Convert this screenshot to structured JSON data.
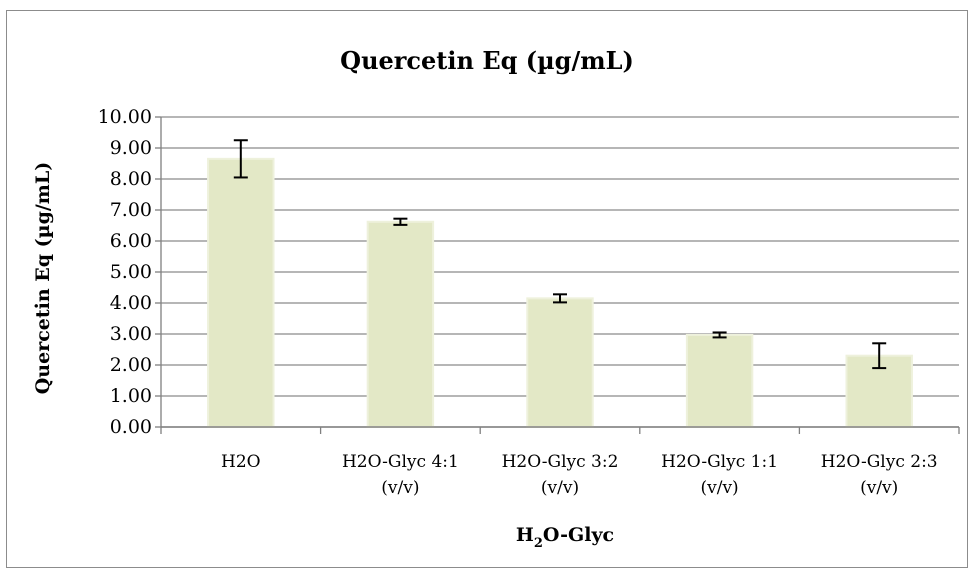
{
  "chart_data": {
    "type": "bar",
    "title": "Quercetin Eq (µg/mL)",
    "ylabel": "Quercetin Eq (µg/mL)",
    "xlabel": {
      "main": "H",
      "subscript": "2",
      "rest": "O-Glyc"
    },
    "categories": [
      [
        "H2O"
      ],
      [
        "H2O-Glyc 4:1",
        "(v/v)"
      ],
      [
        "H2O-Glyc 3:2",
        "(v/v)"
      ],
      [
        "H2O-Glyc 1:1",
        "(v/v)"
      ],
      [
        "H2O-Glyc 2:3",
        "(v/v)"
      ]
    ],
    "values": [
      8.65,
      6.62,
      4.15,
      2.97,
      2.3
    ],
    "errors": [
      0.6,
      0.1,
      0.13,
      0.08,
      0.4
    ],
    "ylim": [
      0,
      10
    ],
    "yticks": [
      "0.00",
      "1.00",
      "2.00",
      "3.00",
      "4.00",
      "5.00",
      "6.00",
      "7.00",
      "8.00",
      "9.00",
      "10.00"
    ],
    "grid": true,
    "legend": "none",
    "colors": {
      "bar": "#e3e8c6",
      "bar_edge": "#eef1dc",
      "grid": "#8a8a8a",
      "axis": "#808080",
      "error": "#000000"
    }
  }
}
